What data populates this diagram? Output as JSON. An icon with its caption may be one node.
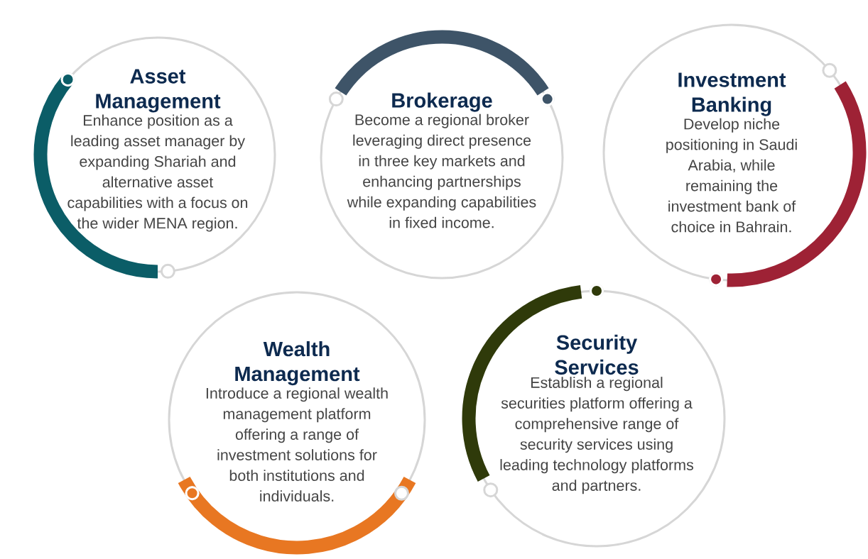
{
  "diagram": {
    "nodes": [
      {
        "text": [
          "Asset Management",
          "Enhance position as a leading asset manager by expanding Shariah and alternative asset capabilities with a focus on the wider MENA region."
        ]
      },
      {
        "text": [
          "Brokerage",
          "Become a regional broker leveraging direct presence in three key markets and enhancing partnerships while expanding capabilities in fixed income."
        ]
      },
      {
        "text": [
          "Investment Banking",
          "Develop niche positioning in Saudi Arabia, while remaining the investment bank of choice in Bahrain."
        ]
      },
      {
        "text": [
          "Wealth Management",
          "Introduce a regional wealth management platform offering a range of investment solutions for both institutions and individuals."
        ]
      },
      {
        "text": [
          "Security Services",
          "Establish a regional securities platform offering a comprehensive range of security services using leading technology platforms and partners."
        ]
      }
    ]
  }
}
